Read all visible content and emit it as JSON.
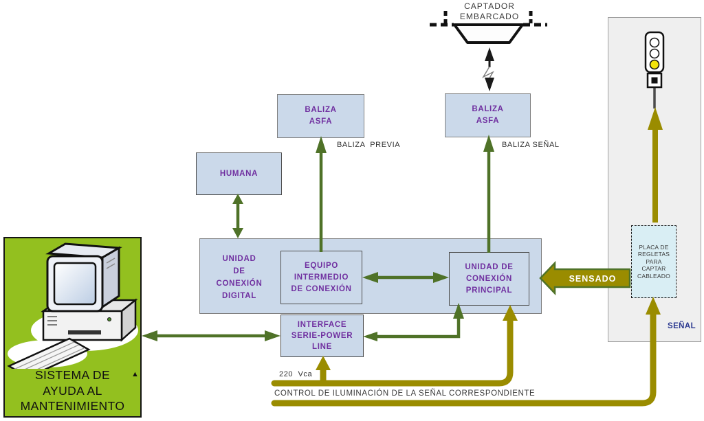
{
  "diagram": {
    "captador": {
      "l1": "CAPTADOR",
      "l2": "EMBARCADO"
    },
    "boxes": {
      "baliza_previa_box": {
        "l1": "BALIZA",
        "l2": "ASFA"
      },
      "baliza_senal_box": {
        "l1": "BALIZA",
        "l2": "ASFA"
      },
      "humana": {
        "l1": "HUMANA"
      },
      "unidad_conexion_digital": {
        "l1": "UNIDAD",
        "l2": "DE",
        "l3": "CONEXIÓN",
        "l4": "DIGITAL"
      },
      "equipo_intermedio": {
        "l1": "EQUIPO",
        "l2": "INTERMEDIO",
        "l3": "DE CONEXIÓN"
      },
      "unidad_conexion_principal": {
        "l1": "UNIDAD DE",
        "l2": "CONEXIÓN",
        "l3": "PRINCIPAL"
      },
      "interface_serie": {
        "l1": "INTERFACE",
        "l2": "SERIE-POWER",
        "l3": "LINE"
      },
      "placa_regletas": {
        "l1": "PLACA DE",
        "l2": "REGLETAS",
        "l3": "PARA",
        "l4": "CAPTAR",
        "l5": "CABLEADO"
      }
    },
    "labels": {
      "baliza_previa": "BALIZA  PREVIA",
      "baliza_senal": "BALIZA SEÑAL",
      "sensado": "SENSADO",
      "v220": "220  Vca",
      "control": "CONTROL DE ILUMINACIÓN DE LA SEÑAL CORRESPONDIENTE",
      "senal": "SEÑAL"
    },
    "sam": {
      "l1": "SISTEMA DE",
      "l2": "AYUDA AL",
      "l3": "MANTENIMIENTO",
      "marker": "▲"
    },
    "colors": {
      "box_fill": "#CBD9EA",
      "panel_fill": "#EFEFEF",
      "placa_fill": "#D9EEF4",
      "green_box": "#93C01F",
      "dark_green_arrow": "#4F7228",
      "olive_arrow": "#9A8C00",
      "purple_text": "#7030A0",
      "senal_blue": "#2B3990",
      "signal_yellow": "#F2E30A"
    }
  }
}
